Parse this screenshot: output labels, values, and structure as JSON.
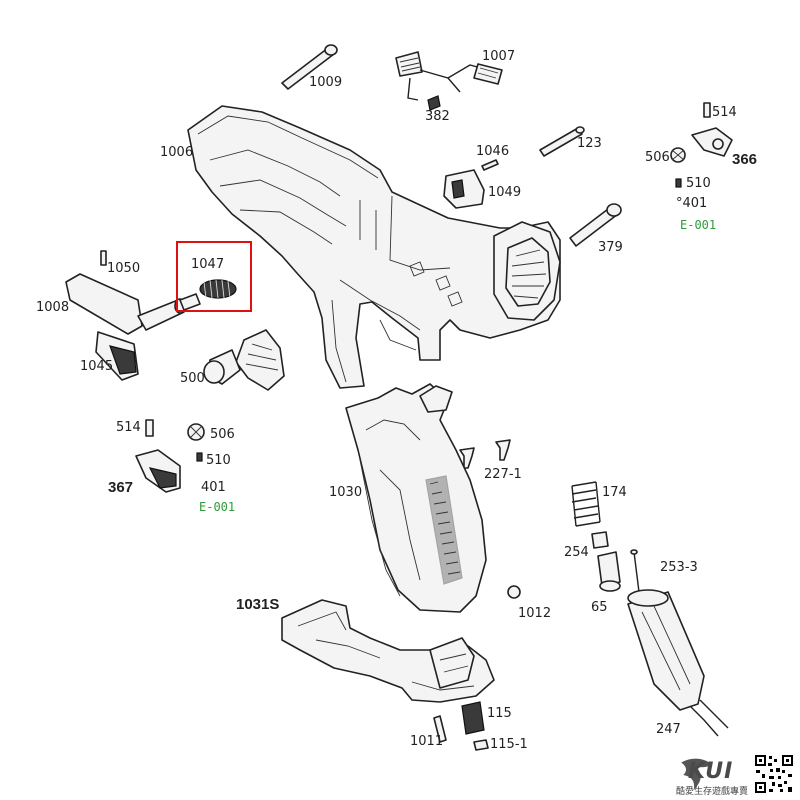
{
  "labels": [
    {
      "id": "1009",
      "text": "1009"
    },
    {
      "id": "1007",
      "text": "1007"
    },
    {
      "id": "382",
      "text": "382"
    },
    {
      "id": "514a",
      "text": "514"
    },
    {
      "id": "123",
      "text": "123"
    },
    {
      "id": "1006",
      "text": "1006"
    },
    {
      "id": "1046",
      "text": "1046"
    },
    {
      "id": "1049",
      "text": "1049"
    },
    {
      "id": "506a",
      "text": "506"
    },
    {
      "id": "366",
      "text": "366"
    },
    {
      "id": "510a",
      "text": "510"
    },
    {
      "id": "401a",
      "text": "°401"
    },
    {
      "id": "e001a",
      "text": "E-001"
    },
    {
      "id": "379",
      "text": "379"
    },
    {
      "id": "1050",
      "text": "1050"
    },
    {
      "id": "1047",
      "text": "1047"
    },
    {
      "id": "1008",
      "text": "1008"
    },
    {
      "id": "1045",
      "text": "1045"
    },
    {
      "id": "500",
      "text": "500"
    },
    {
      "id": "514b",
      "text": "514"
    },
    {
      "id": "506b",
      "text": "506"
    },
    {
      "id": "510b",
      "text": "510"
    },
    {
      "id": "367",
      "text": "367"
    },
    {
      "id": "401b",
      "text": "401"
    },
    {
      "id": "e001b",
      "text": "E-001"
    },
    {
      "id": "227-1",
      "text": "227-1"
    },
    {
      "id": "174",
      "text": "174"
    },
    {
      "id": "1030",
      "text": "1030"
    },
    {
      "id": "254",
      "text": "254"
    },
    {
      "id": "253-3",
      "text": "253-3"
    },
    {
      "id": "1012",
      "text": "1012"
    },
    {
      "id": "65",
      "text": "65"
    },
    {
      "id": "1031S",
      "text": "1031S"
    },
    {
      "id": "115",
      "text": "115"
    },
    {
      "id": "1011",
      "text": "1011"
    },
    {
      "id": "115-1",
      "text": "115-1"
    },
    {
      "id": "247",
      "text": "247"
    }
  ],
  "highlight": {
    "part": "1047",
    "color": "#e01010"
  },
  "brand": {
    "word": "KUI",
    "subtitle": "酷愛生存遊戲專賣"
  },
  "colors": {
    "line": "#222222",
    "label": "#222222",
    "green_label": "#2e9a3a"
  }
}
